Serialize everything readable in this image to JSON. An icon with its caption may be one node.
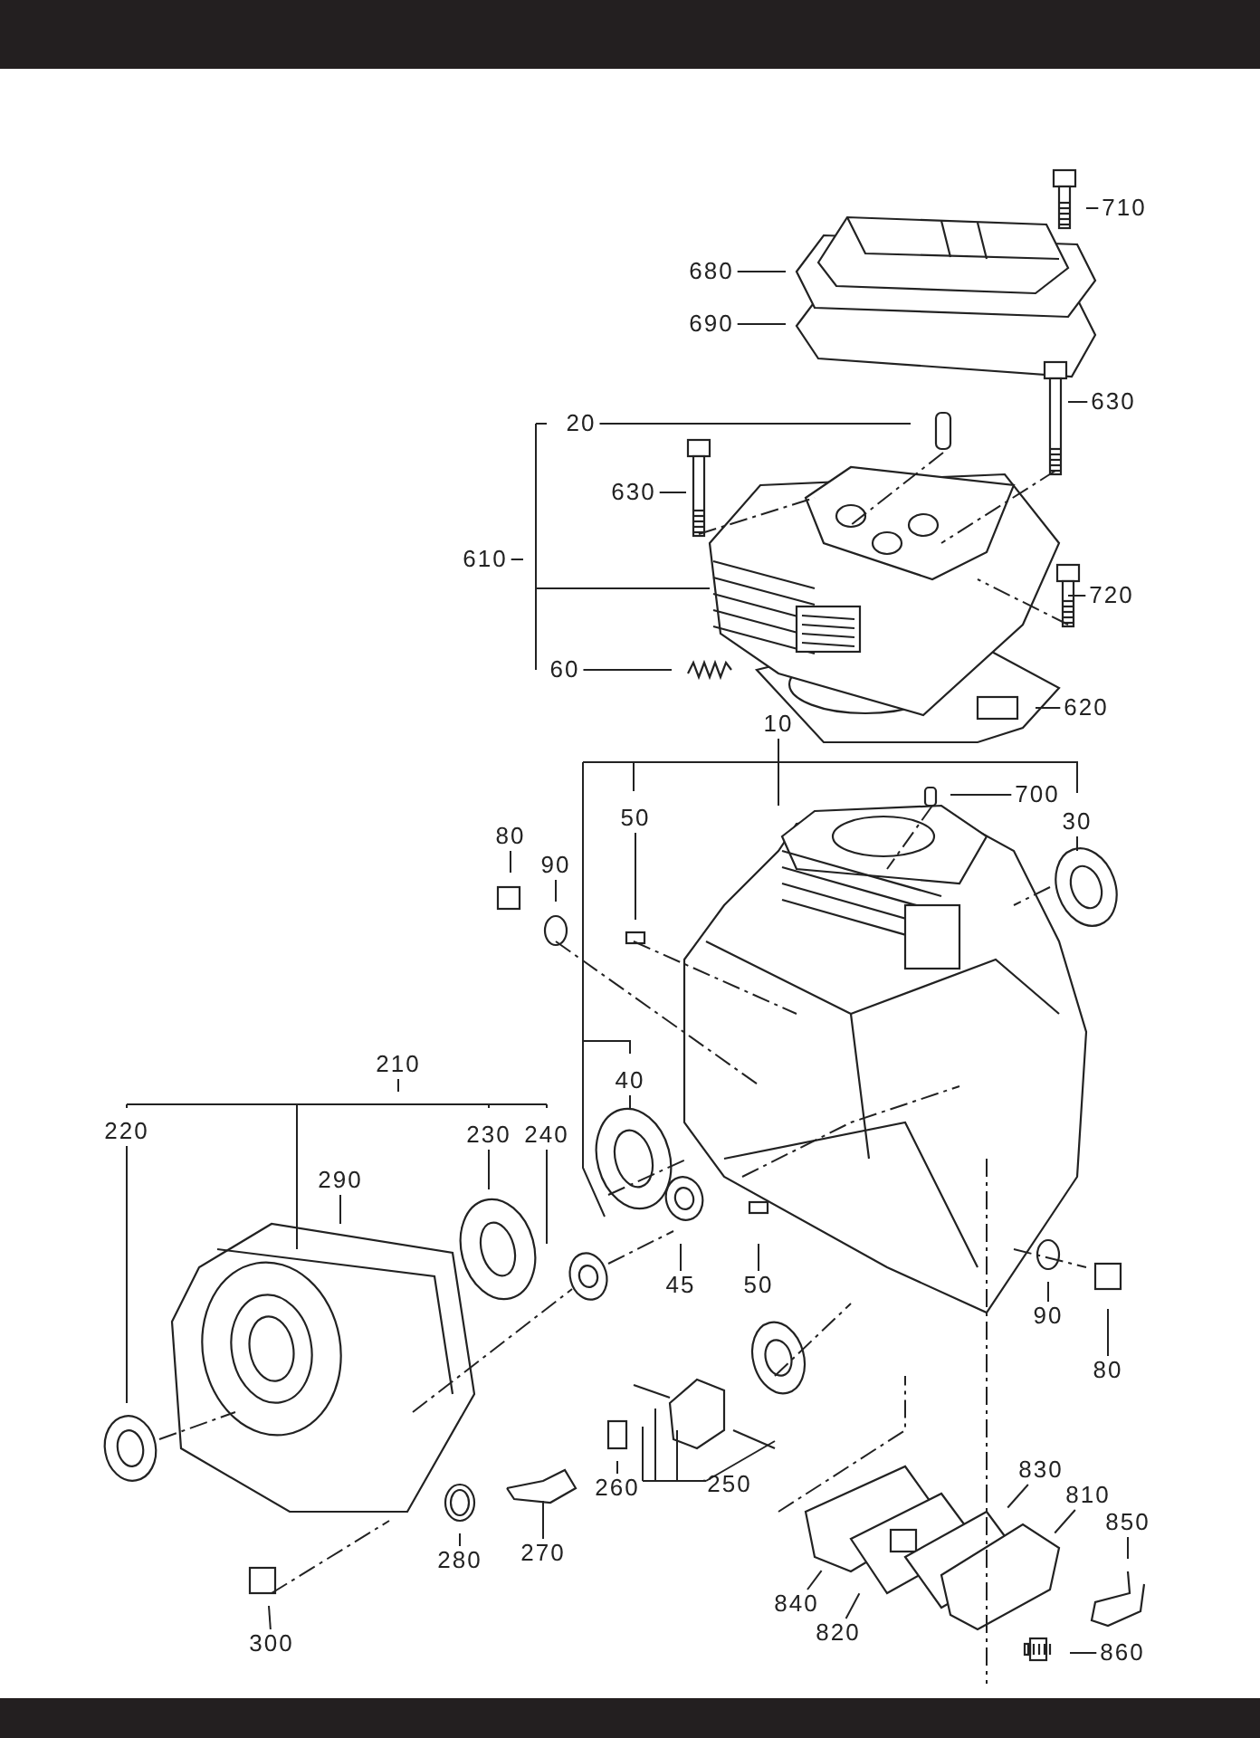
{
  "diagram": {
    "nodes": [
      {
        "text": [
          "710"
        ]
      },
      {
        "text": [
          "680"
        ]
      },
      {
        "text": [
          "690"
        ]
      },
      {
        "text": [
          "630"
        ]
      },
      {
        "text": [
          "20"
        ]
      },
      {
        "text": [
          "630"
        ]
      },
      {
        "text": [
          "610"
        ]
      },
      {
        "text": [
          "720"
        ]
      },
      {
        "text": [
          "60"
        ]
      },
      {
        "text": [
          "620"
        ]
      },
      {
        "text": [
          "10"
        ]
      },
      {
        "text": [
          "700"
        ]
      },
      {
        "text": [
          "30"
        ]
      },
      {
        "text": [
          "50"
        ]
      },
      {
        "text": [
          "80"
        ]
      },
      {
        "text": [
          "90"
        ]
      },
      {
        "text": [
          "210"
        ]
      },
      {
        "text": [
          "220"
        ]
      },
      {
        "text": [
          "230"
        ]
      },
      {
        "text": [
          "240"
        ]
      },
      {
        "text": [
          "290"
        ]
      },
      {
        "text": [
          "40"
        ]
      },
      {
        "text": [
          "45"
        ]
      },
      {
        "text": [
          "50"
        ]
      },
      {
        "text": [
          "90"
        ]
      },
      {
        "text": [
          "80"
        ]
      },
      {
        "text": [
          "260"
        ]
      },
      {
        "text": [
          "250"
        ]
      },
      {
        "text": [
          "280"
        ]
      },
      {
        "text": [
          "270"
        ]
      },
      {
        "text": [
          "300"
        ]
      },
      {
        "text": [
          "830"
        ]
      },
      {
        "text": [
          "810"
        ]
      },
      {
        "text": [
          "850"
        ]
      },
      {
        "text": [
          "840"
        ]
      },
      {
        "text": [
          "820"
        ]
      },
      {
        "text": [
          "860"
        ]
      }
    ],
    "edges": [
      {
        "from": 0,
        "to": null,
        "arrow": "none"
      },
      {
        "from": 1,
        "to": null,
        "arrow": "none"
      },
      {
        "from": 2,
        "to": null,
        "arrow": "none"
      },
      {
        "from": 3,
        "to": null,
        "arrow": "none"
      },
      {
        "from": 4,
        "to": null,
        "arrow": "none"
      },
      {
        "from": 5,
        "to": null,
        "arrow": "none"
      },
      {
        "from": 6,
        "to": null,
        "arrow": "none"
      },
      {
        "from": 7,
        "to": null,
        "arrow": "none"
      },
      {
        "from": 8,
        "to": null,
        "arrow": "none"
      },
      {
        "from": 9,
        "to": null,
        "arrow": "none"
      },
      {
        "from": 10,
        "to": null,
        "arrow": "none"
      },
      {
        "from": 11,
        "to": null,
        "arrow": "none"
      },
      {
        "from": 12,
        "to": null,
        "arrow": "none"
      },
      {
        "from": 13,
        "to": null,
        "arrow": "none"
      },
      {
        "from": 14,
        "to": null,
        "arrow": "none"
      },
      {
        "from": 15,
        "to": null,
        "arrow": "none"
      },
      {
        "from": 16,
        "to": null,
        "arrow": "none"
      },
      {
        "from": 17,
        "to": null,
        "arrow": "none"
      },
      {
        "from": 18,
        "to": null,
        "arrow": "none"
      },
      {
        "from": 19,
        "to": null,
        "arrow": "none"
      },
      {
        "from": 20,
        "to": null,
        "arrow": "none"
      },
      {
        "from": 21,
        "to": null,
        "arrow": "none"
      },
      {
        "from": 22,
        "to": null,
        "arrow": "none"
      },
      {
        "from": 23,
        "to": null,
        "arrow": "none"
      },
      {
        "from": 24,
        "to": null,
        "arrow": "none"
      },
      {
        "from": 25,
        "to": null,
        "arrow": "none"
      },
      {
        "from": 26,
        "to": null,
        "arrow": "none"
      },
      {
        "from": 27,
        "to": null,
        "arrow": "none"
      },
      {
        "from": 28,
        "to": null,
        "arrow": "none"
      },
      {
        "from": 29,
        "to": null,
        "arrow": "none"
      },
      {
        "from": 30,
        "to": null,
        "arrow": "none"
      },
      {
        "from": 31,
        "to": null,
        "arrow": "none"
      },
      {
        "from": 32,
        "to": null,
        "arrow": "none"
      },
      {
        "from": 33,
        "to": null,
        "arrow": "none"
      },
      {
        "from": 34,
        "to": null,
        "arrow": "none"
      },
      {
        "from": 35,
        "to": null,
        "arrow": "none"
      },
      {
        "from": 36,
        "to": null,
        "arrow": "none"
      }
    ]
  }
}
